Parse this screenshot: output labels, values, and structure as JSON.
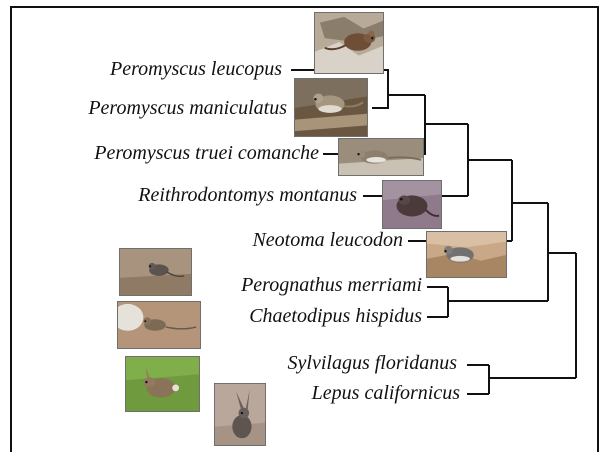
{
  "taxa": [
    {
      "name": "Peromyscus leucopus",
      "photo_icon": "white-footed-mouse-photo"
    },
    {
      "name": "Peromyscus maniculatus",
      "photo_icon": "deer-mouse-photo"
    },
    {
      "name": "Peromyscus truei comanche",
      "photo_icon": "pinyon-mouse-photo"
    },
    {
      "name": "Reithrodontomys montanus",
      "photo_icon": "harvest-mouse-photo"
    },
    {
      "name": "Neotoma leucodon",
      "photo_icon": "woodrat-photo"
    },
    {
      "name": "Perognathus merriami",
      "photo_icon": "pocket-mouse-photo"
    },
    {
      "name": "Chaetodipus hispidus",
      "photo_icon": "hispid-pocket-mouse-photo"
    },
    {
      "name": "Sylvilagus floridanus",
      "photo_icon": "cottontail-photo"
    },
    {
      "name": "Lepus californicus",
      "photo_icon": "jackrabbit-photo"
    }
  ],
  "colors": {
    "line": "#111111",
    "background": "#ffffff"
  }
}
